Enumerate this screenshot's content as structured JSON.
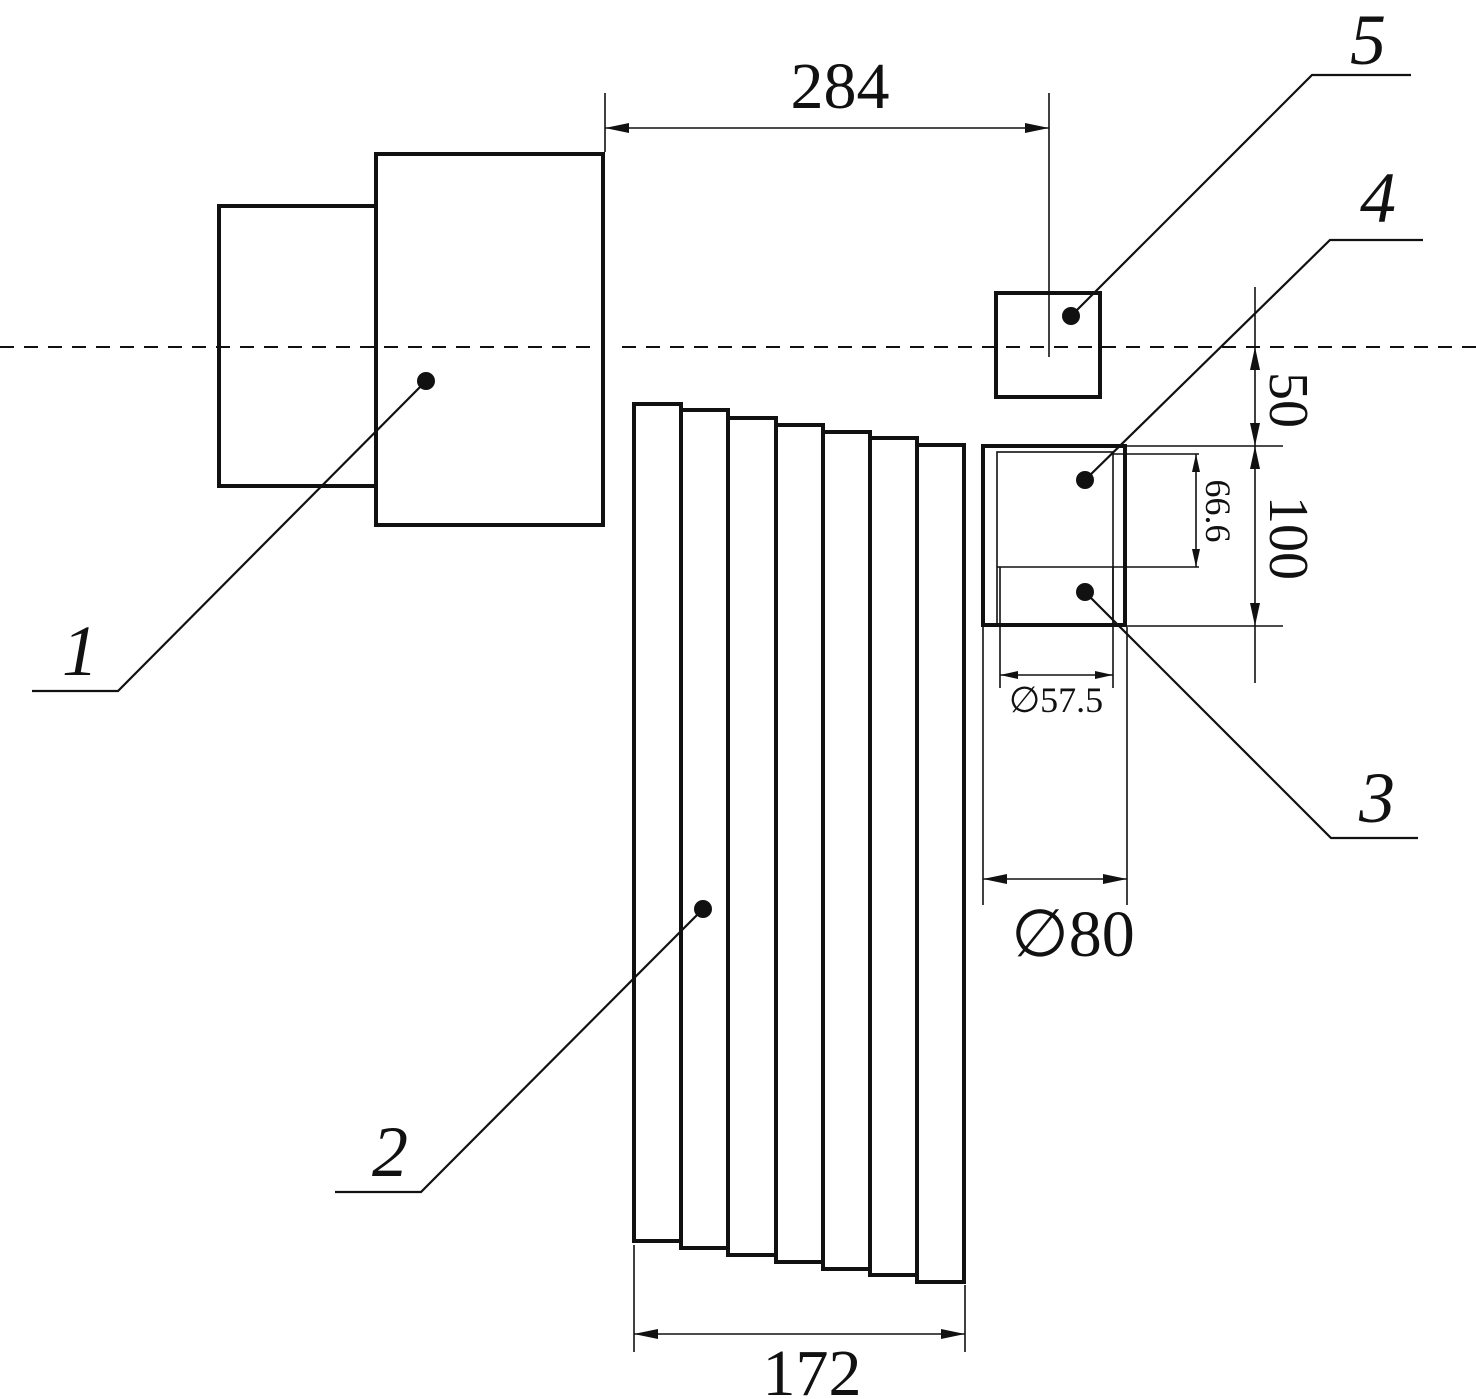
{
  "dimensions": {
    "top_distance": "284",
    "bottom_width": "172",
    "outer_diameter": "∅80",
    "inner_diameter": "∅57.5",
    "offset": "50",
    "height_outer": "100",
    "height_inner": "66.6"
  },
  "labels": {
    "part1": "1",
    "part2": "2",
    "part3": "3",
    "part4": "4",
    "part5": "5"
  }
}
